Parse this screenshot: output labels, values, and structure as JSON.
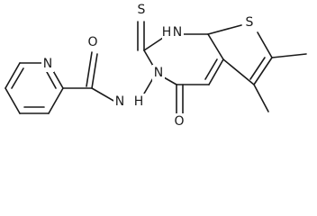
{
  "atom_labels": {
    "thione_s": "S",
    "nh_ring": "H",
    "nh_ring_n": "N",
    "thiophene_s": "S",
    "n3": "N",
    "hydrazide_nh": "H",
    "hydrazide_n": "N",
    "amide_o": "O",
    "pyridine_n": "N",
    "ring_o": "O"
  }
}
